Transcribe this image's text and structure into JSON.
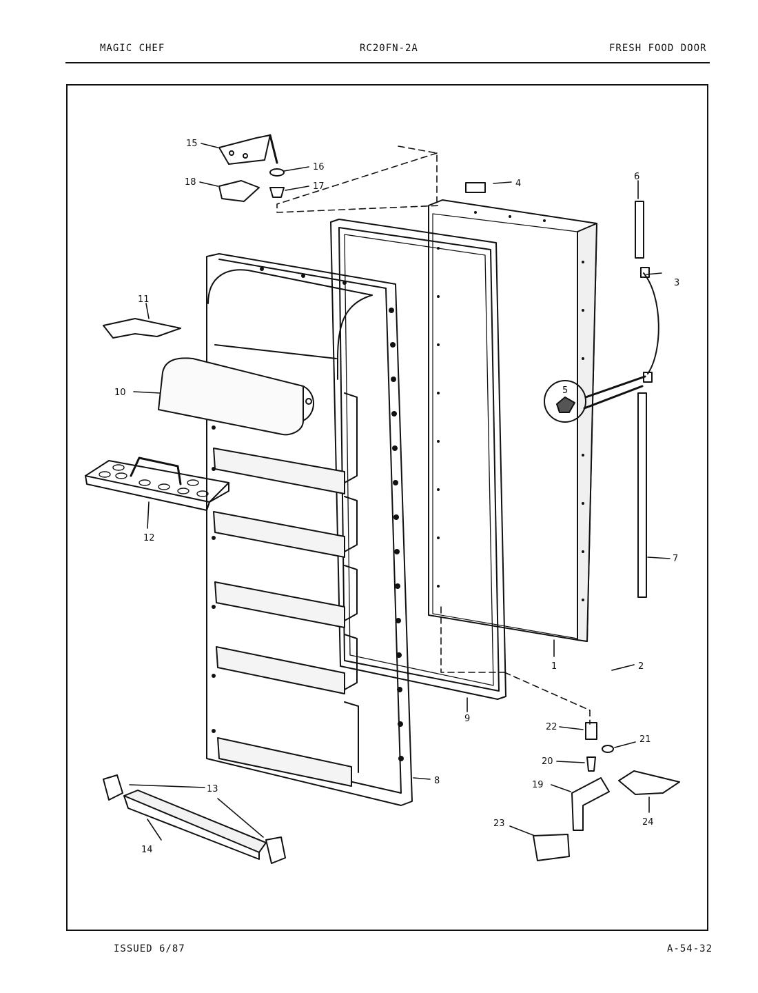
{
  "header": {
    "brand": "MAGIC CHEF",
    "model": "RC20FN-2A",
    "section": "FRESH FOOD DOOR"
  },
  "footer": {
    "issued": "ISSUED 6/87",
    "page_code": "A-54-32"
  },
  "callouts": [
    "1",
    "2",
    "3",
    "4",
    "5",
    "6",
    "7",
    "8",
    "9",
    "10",
    "11",
    "12",
    "13",
    "14",
    "15",
    "16",
    "17",
    "18",
    "19",
    "20",
    "21",
    "22",
    "23",
    "24"
  ],
  "icons": {
    "door-outer-panel": "door-panel-icon",
    "door-gasket": "gasket-icon",
    "door-liner": "liner-icon",
    "hinge": "hinge-icon",
    "egg-tray": "egg-tray-icon"
  }
}
